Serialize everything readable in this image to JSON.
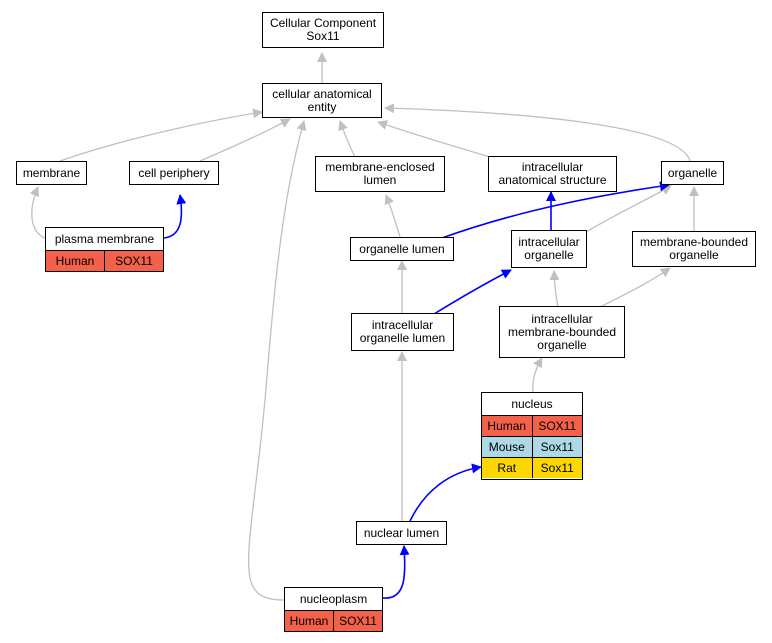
{
  "colors": {
    "edge_gray": "#c0c0c0",
    "edge_blue": "#0000ff",
    "human": "#f4614a",
    "mouse": "#add8e6",
    "rat": "#ffd700"
  },
  "nodes": {
    "cellular_component": {
      "label": "Cellular Component\nSox11"
    },
    "cellular_anatomical_entity": {
      "label": "cellular anatomical\nentity"
    },
    "membrane": {
      "label": "membrane"
    },
    "cell_periphery": {
      "label": "cell periphery"
    },
    "membrane_enclosed_lumen": {
      "label": "membrane-enclosed\nlumen"
    },
    "intracellular_anatomical_structure": {
      "label": "intracellular\nanatomical structure"
    },
    "organelle": {
      "label": "organelle"
    },
    "organelle_lumen": {
      "label": "organelle lumen"
    },
    "intracellular_organelle": {
      "label": "intracellular\norganelle"
    },
    "membrane_bounded_organelle": {
      "label": "membrane-bounded\norganelle"
    },
    "intracellular_organelle_lumen": {
      "label": "intracellular\norganelle lumen"
    },
    "intracellular_membrane_bounded_organelle": {
      "label": "intracellular\nmembrane-bounded\norganelle"
    },
    "nuclear_lumen": {
      "label": "nuclear lumen"
    },
    "plasma_membrane": {
      "label": "plasma membrane",
      "rows": [
        {
          "species": "Human",
          "gene": "SOX11",
          "color": "#f4614a"
        }
      ]
    },
    "nucleus": {
      "label": "nucleus",
      "rows": [
        {
          "species": "Human",
          "gene": "SOX11",
          "color": "#f4614a"
        },
        {
          "species": "Mouse",
          "gene": "Sox11",
          "color": "#add8e6"
        },
        {
          "species": "Rat",
          "gene": "Sox11",
          "color": "#ffd700"
        }
      ]
    },
    "nucleoplasm": {
      "label": "nucleoplasm",
      "rows": [
        {
          "species": "Human",
          "gene": "SOX11",
          "color": "#f4614a"
        }
      ]
    }
  },
  "edges": [
    {
      "from": "cellular_anatomical_entity",
      "to": "cellular_component",
      "type": "is_a"
    },
    {
      "from": "membrane",
      "to": "cellular_anatomical_entity",
      "type": "is_a"
    },
    {
      "from": "cell_periphery",
      "to": "cellular_anatomical_entity",
      "type": "is_a"
    },
    {
      "from": "membrane_enclosed_lumen",
      "to": "cellular_anatomical_entity",
      "type": "is_a"
    },
    {
      "from": "intracellular_anatomical_structure",
      "to": "cellular_anatomical_entity",
      "type": "is_a"
    },
    {
      "from": "organelle",
      "to": "cellular_anatomical_entity",
      "type": "is_a"
    },
    {
      "from": "nucleoplasm",
      "to": "cellular_anatomical_entity",
      "type": "is_a"
    },
    {
      "from": "plasma_membrane",
      "to": "membrane",
      "type": "is_a"
    },
    {
      "from": "plasma_membrane",
      "to": "cell_periphery",
      "type": "part_of"
    },
    {
      "from": "organelle_lumen",
      "to": "membrane_enclosed_lumen",
      "type": "is_a"
    },
    {
      "from": "organelle_lumen",
      "to": "organelle",
      "type": "part_of"
    },
    {
      "from": "intracellular_organelle",
      "to": "intracellular_anatomical_structure",
      "type": "part_of"
    },
    {
      "from": "intracellular_organelle",
      "to": "organelle",
      "type": "is_a"
    },
    {
      "from": "membrane_bounded_organelle",
      "to": "organelle",
      "type": "is_a"
    },
    {
      "from": "intracellular_organelle_lumen",
      "to": "organelle_lumen",
      "type": "is_a"
    },
    {
      "from": "intracellular_organelle_lumen",
      "to": "intracellular_organelle",
      "type": "part_of"
    },
    {
      "from": "intracellular_membrane_bounded_organelle",
      "to": "intracellular_organelle",
      "type": "is_a"
    },
    {
      "from": "intracellular_membrane_bounded_organelle",
      "to": "membrane_bounded_organelle",
      "type": "is_a"
    },
    {
      "from": "nucleus",
      "to": "intracellular_membrane_bounded_organelle",
      "type": "is_a"
    },
    {
      "from": "nuclear_lumen",
      "to": "intracellular_organelle_lumen",
      "type": "is_a"
    },
    {
      "from": "nuclear_lumen",
      "to": "nucleus",
      "type": "part_of"
    },
    {
      "from": "nucleoplasm",
      "to": "nuclear_lumen",
      "type": "part_of"
    }
  ]
}
